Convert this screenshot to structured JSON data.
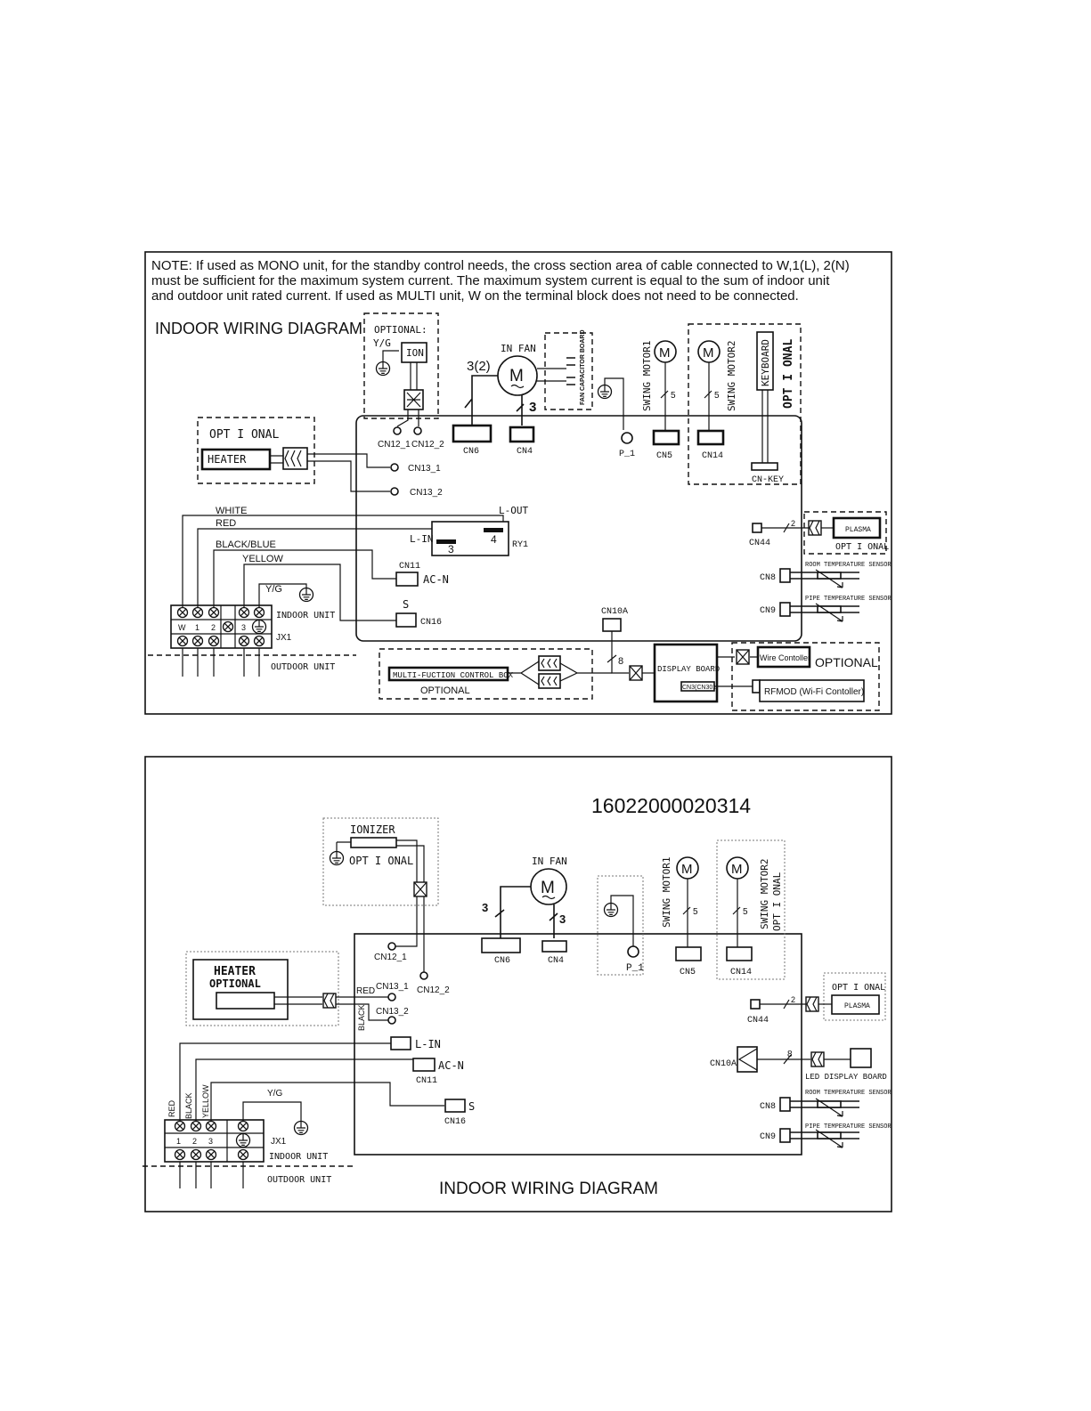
{
  "top": {
    "note_lines": [
      "NOTE: If used as MONO unit, for the standby control needs, the cross section area of cable connected to W,1(L), 2(N)",
      "must be sufficient for the maximum system current. The maximum system current is equal to the sum of indoor unit",
      "and outdoor unit rated current. If used as MULTI unit,  W  on the terminal block does not need to be connected."
    ],
    "title": "INDOOR WIRING DIAGRAM",
    "optional_yg": "OPTIONAL:",
    "yg": "Y/G",
    "ion": "ION",
    "in_fan": "IN FAN",
    "motor": "M",
    "wire_3_2": "3(2)",
    "wire_3": "3",
    "fan_cap_board": "FAN CAPACITOR BOARD",
    "swing_motor1": "SWING MOTOR1",
    "swing_motor2": "SWING MOTOR2",
    "wire_5": "5",
    "keyboard": "KEYBOARD",
    "optional": "OPTIONAL",
    "optional_spaced": "OPT I ONAL",
    "heater": "HEATER",
    "cn12_1": "CN12_1",
    "cn12_2": "CN12_2",
    "cn13_1": "CN13_1",
    "cn13_2": "CN13_2",
    "cn6": "CN6",
    "cn4": "CN4",
    "p1": "P_1",
    "cn5": "CN5",
    "cn14": "CN14",
    "cn_key": "CN-KEY",
    "white": "WHITE",
    "red": "RED",
    "black_blue": "BLACK/BLUE",
    "yellow": "YELLOW",
    "l_out": "L-OUT",
    "l_in": "L-IN",
    "ry1": "RY1",
    "pin3": "3",
    "pin4": "4",
    "cn11": "CN11",
    "ac_n": "AC-N",
    "s": "S",
    "cn16": "CN16",
    "cn10a": "CN10A",
    "wire_8": "8",
    "wire_2": "2",
    "cn44": "CN44",
    "plasma": "PLASMA",
    "cn8": "CN8",
    "cn9": "CN9",
    "room_sensor": "ROOM TEMPERATURE SENSOR",
    "pipe_sensor": "PIPE TEMPERATURE SENSOR",
    "indoor_unit": "INDOOR UNIT",
    "jx1": "JX1",
    "outdoor_unit": "OUTDOOR UNIT",
    "term_w": "W",
    "term_1": "1",
    "term_2": "2",
    "term_3": "3",
    "multi_box": "MULTI-FUCTION CONTROL BOX",
    "display_board": "DISPLAY BOARD",
    "cn3": "CN3(CN301)",
    "wire_controller": "Wire Contoller",
    "rfmod": "RFMOD (Wi-Fi Contoller)"
  },
  "bottom": {
    "part_number": "16022000020314",
    "title": "INDOOR WIRING DIAGRAM",
    "ionizer": "IONIZER",
    "optional": "OPTIONAL",
    "optional_spaced": "OPT I ONAL",
    "in_fan": "IN FAN",
    "motor": "M",
    "wire_3": "3",
    "wire_5": "5",
    "wire_8": "8",
    "wire_2": "2",
    "swing_motor1": "SWING MOTOR1",
    "swing_motor2": "SWING MOTOR2",
    "heater": "HEATER",
    "cn12_1": "CN12_1",
    "cn12_2": "CN12_2",
    "cn13_1": "CN13_1",
    "cn13_2": "CN13_2",
    "cn6": "CN6",
    "cn4": "CN4",
    "p1": "P_1",
    "cn5": "CN5",
    "cn14": "CN14",
    "red": "RED",
    "black": "BLACK",
    "yellow": "YELLOW",
    "yg": "Y/G",
    "l_in": "L-IN",
    "ac_n": "AC-N",
    "cn11": "CN11",
    "s": "S",
    "cn16": "CN16",
    "cn10a": "CN10A",
    "led_display": "LED DISPLAY BOARD",
    "cn44": "CN44",
    "plasma": "PLASMA",
    "cn8": "CN8",
    "cn9": "CN9",
    "room_sensor": "ROOM TEMPERATURE SENSOR",
    "pipe_sensor": "PIPE TEMPERATURE SENSOR",
    "term_1": "1",
    "term_2": "2",
    "term_3": "3",
    "jx1": "JX1",
    "indoor_unit": "INDOOR UNIT",
    "outdoor_unit": "OUTDOOR UNIT"
  }
}
